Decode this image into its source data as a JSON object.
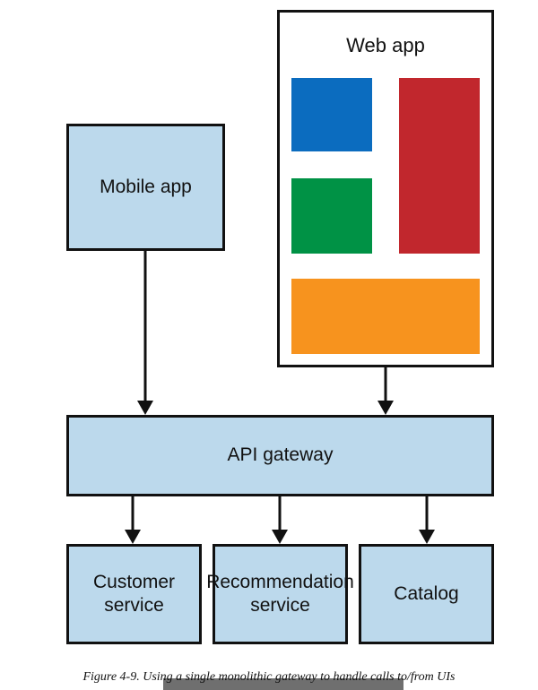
{
  "diagram": {
    "web_app": {
      "label": "Web app",
      "tiles": [
        {
          "name": "blue",
          "color": "#0b6cbf"
        },
        {
          "name": "red",
          "color": "#c1272d"
        },
        {
          "name": "green",
          "color": "#009245"
        },
        {
          "name": "orange",
          "color": "#f7931e"
        }
      ]
    },
    "mobile_app": {
      "label": "Mobile app"
    },
    "api_gateway": {
      "label": "API gateway"
    },
    "services": [
      {
        "line1": "Customer",
        "line2": "service"
      },
      {
        "line1": "Recommendation",
        "line2": "service"
      },
      {
        "line1": "Catalog",
        "line2": ""
      }
    ],
    "edges": [
      {
        "from": "Mobile app",
        "to": "API gateway"
      },
      {
        "from": "Web app",
        "to": "API gateway"
      },
      {
        "from": "API gateway",
        "to": "Customer service"
      },
      {
        "from": "API gateway",
        "to": "Recommendation service"
      },
      {
        "from": "API gateway",
        "to": "Catalog"
      }
    ],
    "colors": {
      "box_fill": "#bcd9ec",
      "stroke": "#111111"
    }
  },
  "caption": "Figure 4-9. Using a single monolithic gateway to handle calls to/from UIs"
}
